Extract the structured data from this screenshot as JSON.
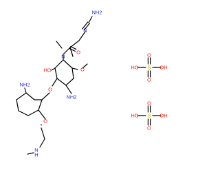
{
  "colors": {
    "N": "#2b2bcc",
    "O": "#e0241c",
    "S": "#b3a800",
    "bond": "#000000",
    "background": "#ffffff"
  },
  "main_molecule": {
    "labels": [
      "NH2",
      "N",
      "O",
      "N",
      "HO",
      "O",
      "NH2",
      "NH2",
      "O",
      "O",
      "N",
      "H"
    ]
  },
  "sulfuric_acid_top": {
    "labels": [
      "HO",
      "S",
      "OH",
      "O",
      "O"
    ]
  },
  "sulfuric_acid_bottom": {
    "labels": [
      "HO",
      "S",
      "OH",
      "O",
      "O"
    ]
  }
}
